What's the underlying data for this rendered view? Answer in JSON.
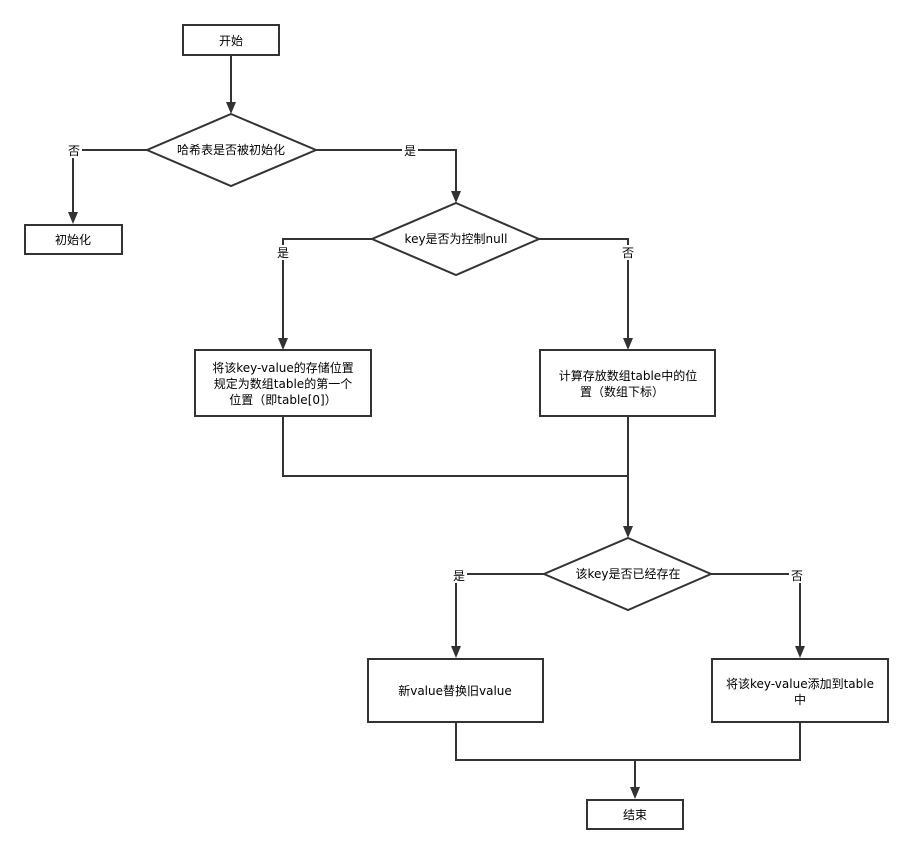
{
  "nodes": {
    "start": "开始",
    "check_init": "哈希表是否被初始化",
    "init": "初始化",
    "check_key_null": "key是否为控制null",
    "store_first_1": "将该key-value的存储位置",
    "store_first_2": "规定为数组table的第一个",
    "store_first_3": "位置（即table[0]）",
    "calc_pos_1": "计算存放数组table中的位",
    "calc_pos_2": "置（数组下标）",
    "check_key_exists": "该key是否已经存在",
    "replace_value": "新value替换旧value",
    "add_entry_1": "将该key-value添加到table",
    "add_entry_2": "中",
    "end": "结束"
  },
  "edges": {
    "init_no": "否",
    "init_yes": "是",
    "null_yes": "是",
    "null_no": "否",
    "exists_yes": "是",
    "exists_no": "否"
  }
}
